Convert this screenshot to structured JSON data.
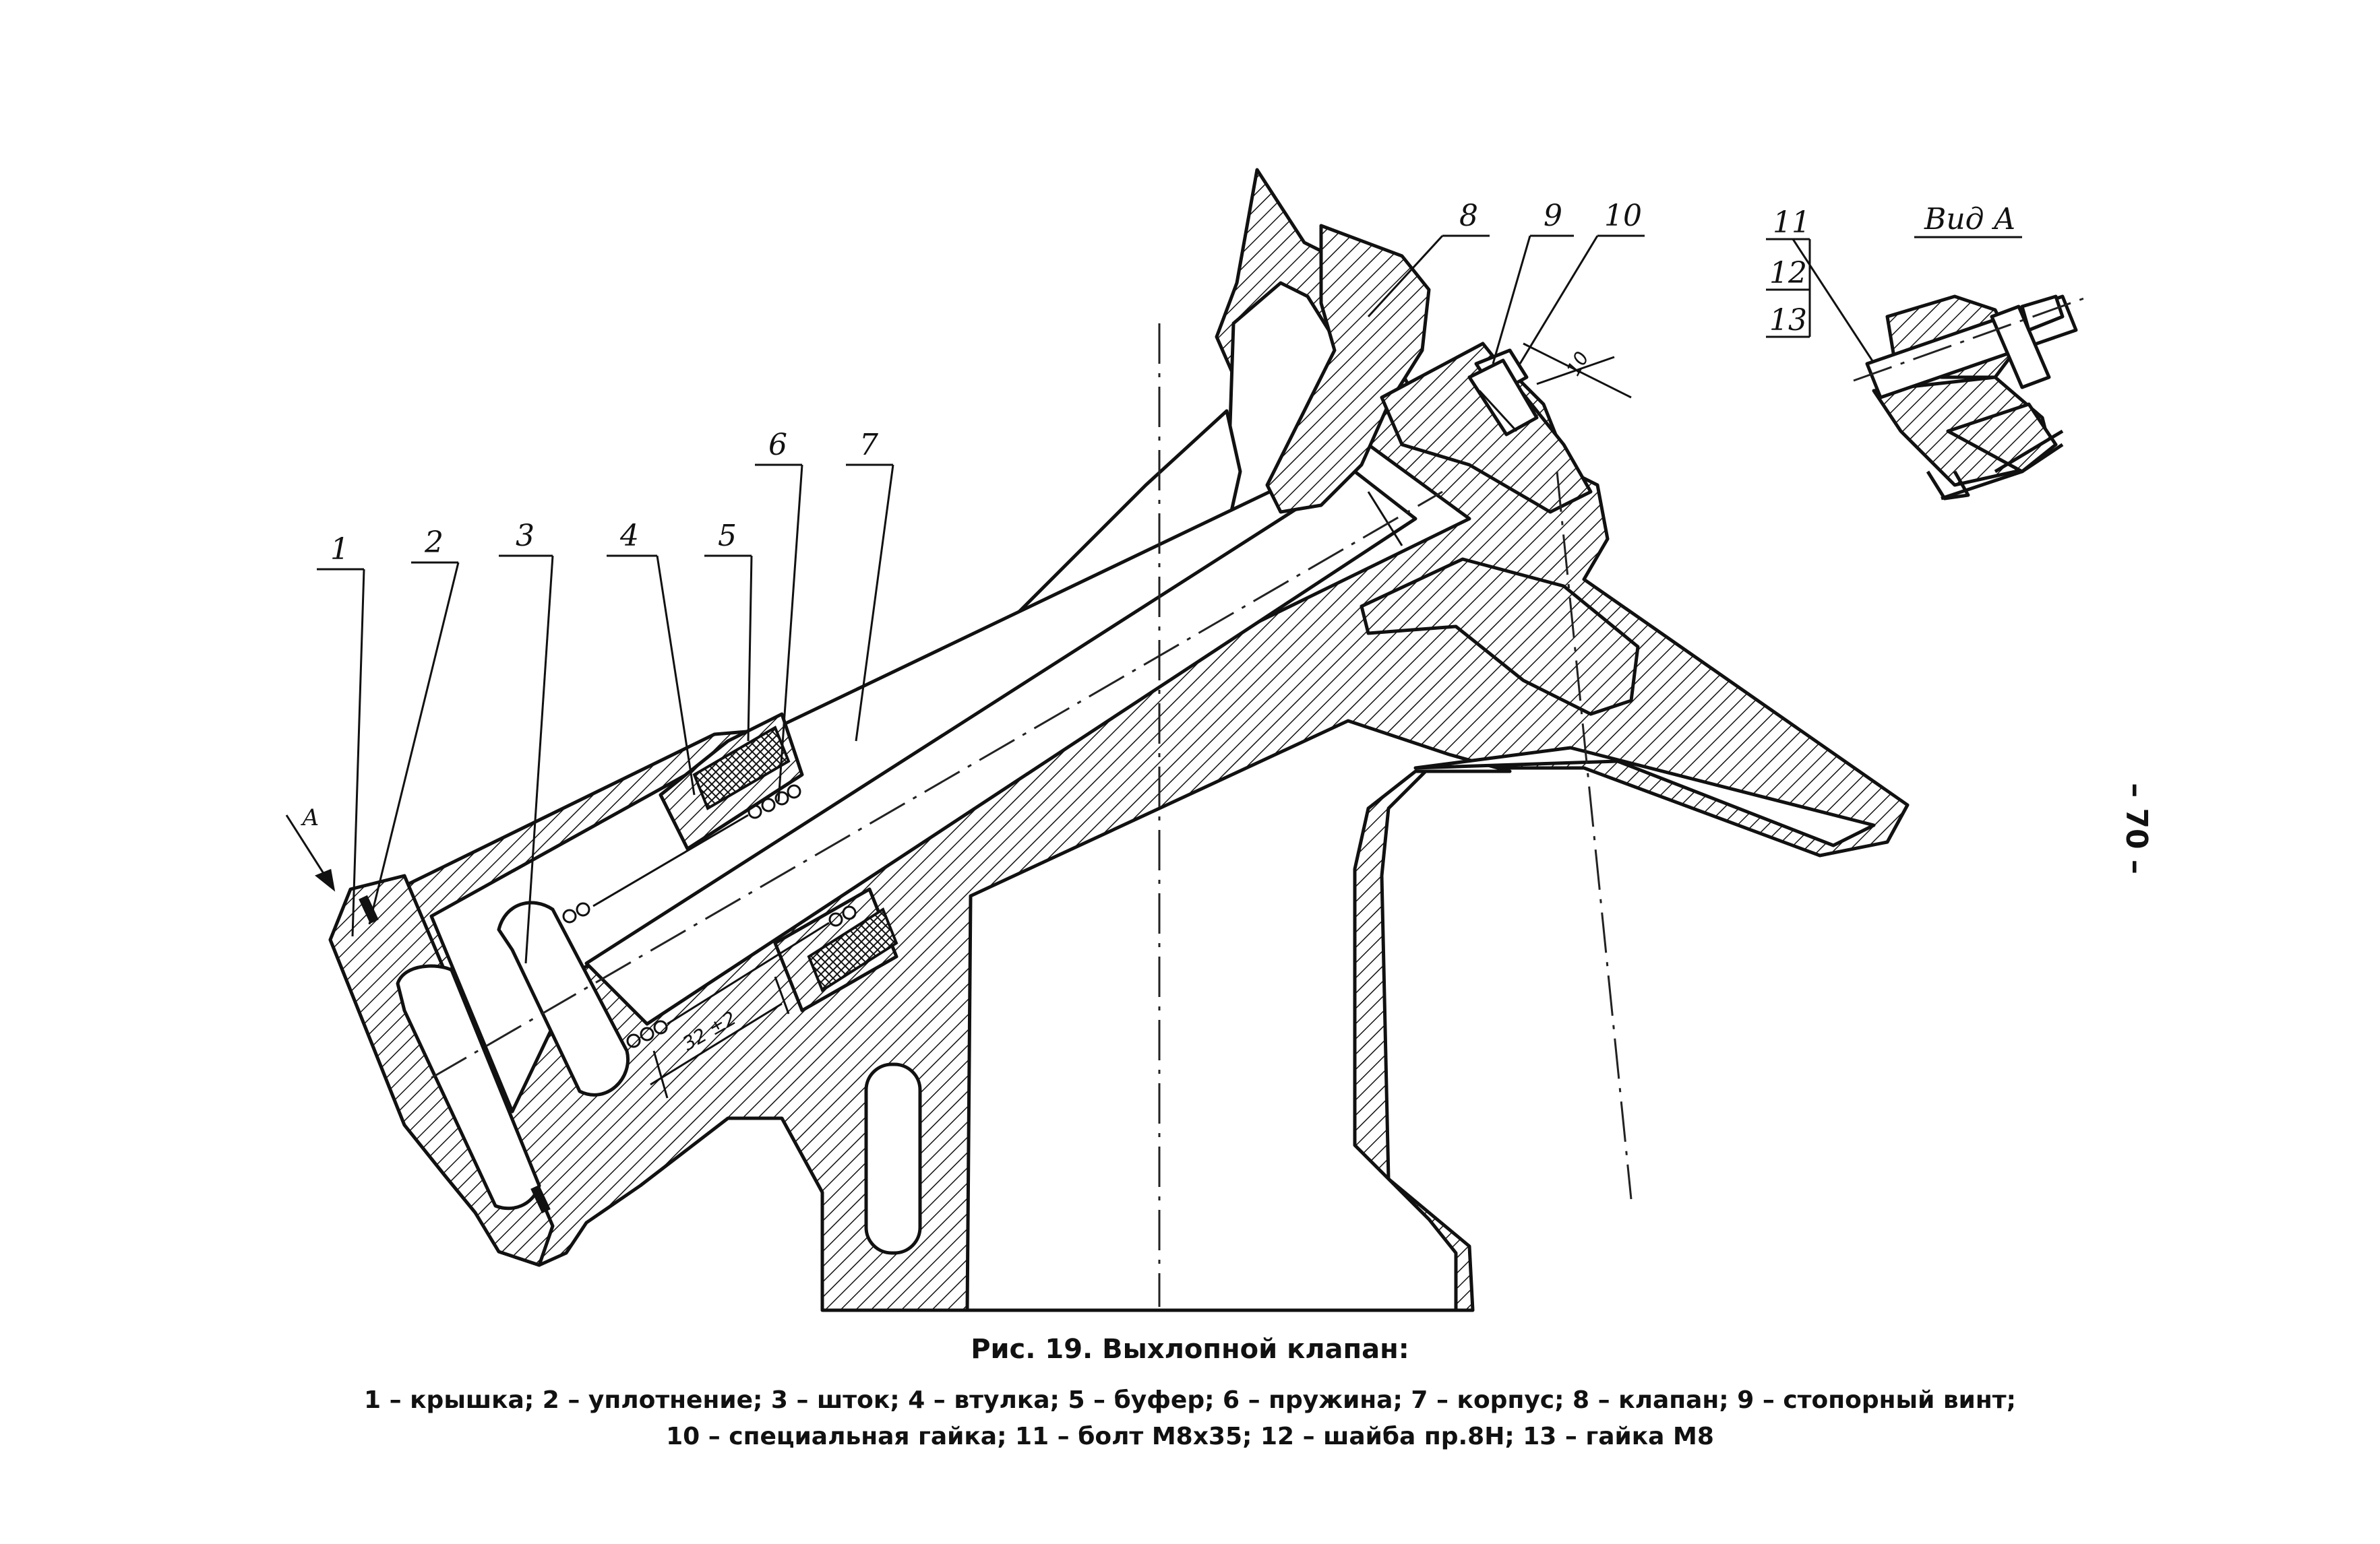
{
  "figure": {
    "caption": "Рис. 19. Выхлопной клапан:",
    "legend_line_1": "1 – крышка; 2 – уплотнение; 3 – шток; 4 – втулка; 5 – буфер; 6 – пружина; 7 – корпус; 8 – клапан; 9 – стопорный винт;",
    "legend_line_2": "10 – специальная гайка;  11 – болт М8х35; 12 – шайба пр.8Н; 13 – гайка М8"
  },
  "callouts": [
    "1",
    "2",
    "3",
    "4",
    "5",
    "6",
    "7",
    "8",
    "9",
    "10",
    "11",
    "12",
    "13"
  ],
  "view_label": "Вид А",
  "direction_label": "А",
  "dimensions": {
    "spring_length": "32 ±2",
    "nut_offset": "10"
  },
  "page_number": "– 70 –"
}
